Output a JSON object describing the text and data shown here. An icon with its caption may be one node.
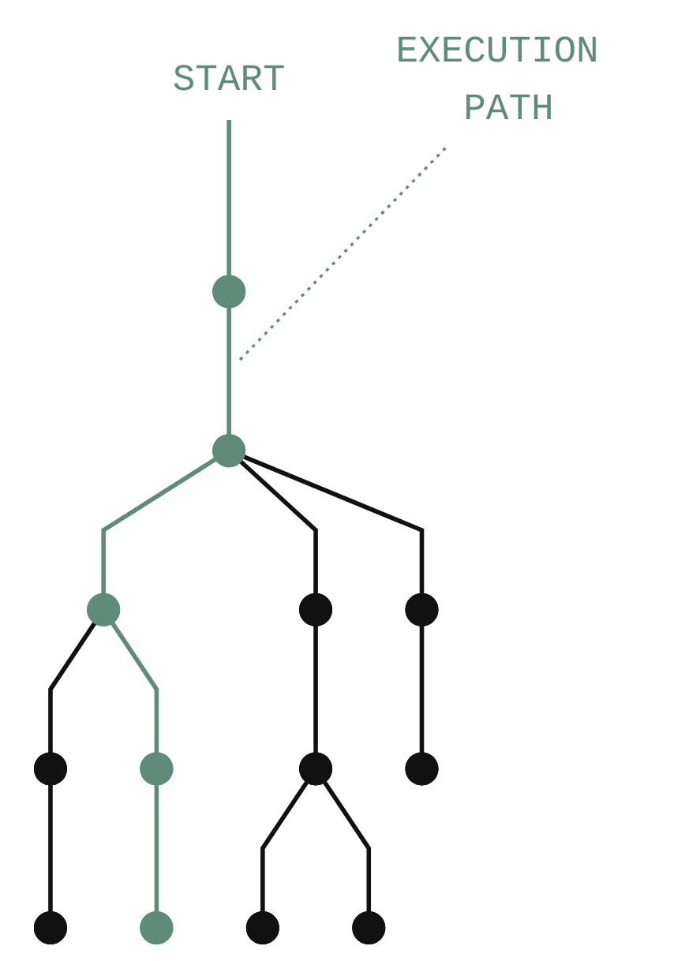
{
  "diagram": {
    "nodes": [
      {
        "text": [
          "START"
        ]
      },
      {
        "text": [
          "EXECUTION PATH"
        ]
      },
      {
        "text": [],
        "shape": "circle"
      },
      {
        "text": [],
        "shape": "circle"
      },
      {
        "text": [],
        "shape": "circle"
      },
      {
        "text": [],
        "shape": "circle"
      },
      {
        "text": [],
        "shape": "circle"
      },
      {
        "text": [],
        "shape": "circle"
      },
      {
        "text": [],
        "shape": "circle"
      },
      {
        "text": [],
        "shape": "circle"
      },
      {
        "text": [],
        "shape": "circle"
      },
      {
        "text": [],
        "shape": "circle"
      },
      {
        "text": [],
        "shape": "circle"
      },
      {
        "text": [],
        "shape": "circle"
      },
      {
        "text": [],
        "shape": "circle"
      }
    ],
    "edges": [
      {
        "from": 0,
        "to": 2,
        "arrow": "none",
        "color": "#5e8c78"
      },
      {
        "from": 2,
        "to": 3,
        "arrow": "none",
        "color": "#5e8c78"
      },
      {
        "from": 3,
        "to": 4,
        "arrow": "none",
        "color": "#5e8c78"
      },
      {
        "from": 3,
        "to": 5,
        "arrow": "none"
      },
      {
        "from": 3,
        "to": 6,
        "arrow": "none"
      },
      {
        "from": 4,
        "to": 7,
        "arrow": "none"
      },
      {
        "from": 4,
        "to": 8,
        "arrow": "none",
        "color": "#5e8c78"
      },
      {
        "from": 5,
        "to": 9,
        "arrow": "none"
      },
      {
        "from": 6,
        "to": 10,
        "arrow": "none"
      },
      {
        "from": 7,
        "to": 11,
        "arrow": "none"
      },
      {
        "from": 8,
        "to": 12,
        "arrow": "none",
        "color": "#5e8c78"
      },
      {
        "from": 9,
        "to": 13,
        "arrow": "none"
      },
      {
        "from": 9,
        "to": 14,
        "arrow": "none"
      },
      {
        "from": 1,
        "to": null,
        "arrow": "none",
        "style": "dashed",
        "color": "#5e8c78"
      }
    ]
  }
}
